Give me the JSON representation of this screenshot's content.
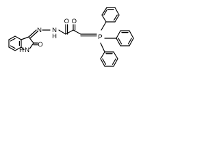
{
  "structure": {
    "atom_labels": {
      "n_imine": "N",
      "nh_hydrazide": "N",
      "h_hydrazide": "H",
      "o_lactam": "O",
      "n_lactam": "N",
      "h_lactam": "H",
      "o_amide": "O",
      "o_ketone": "O",
      "phosphorus": "P"
    }
  }
}
